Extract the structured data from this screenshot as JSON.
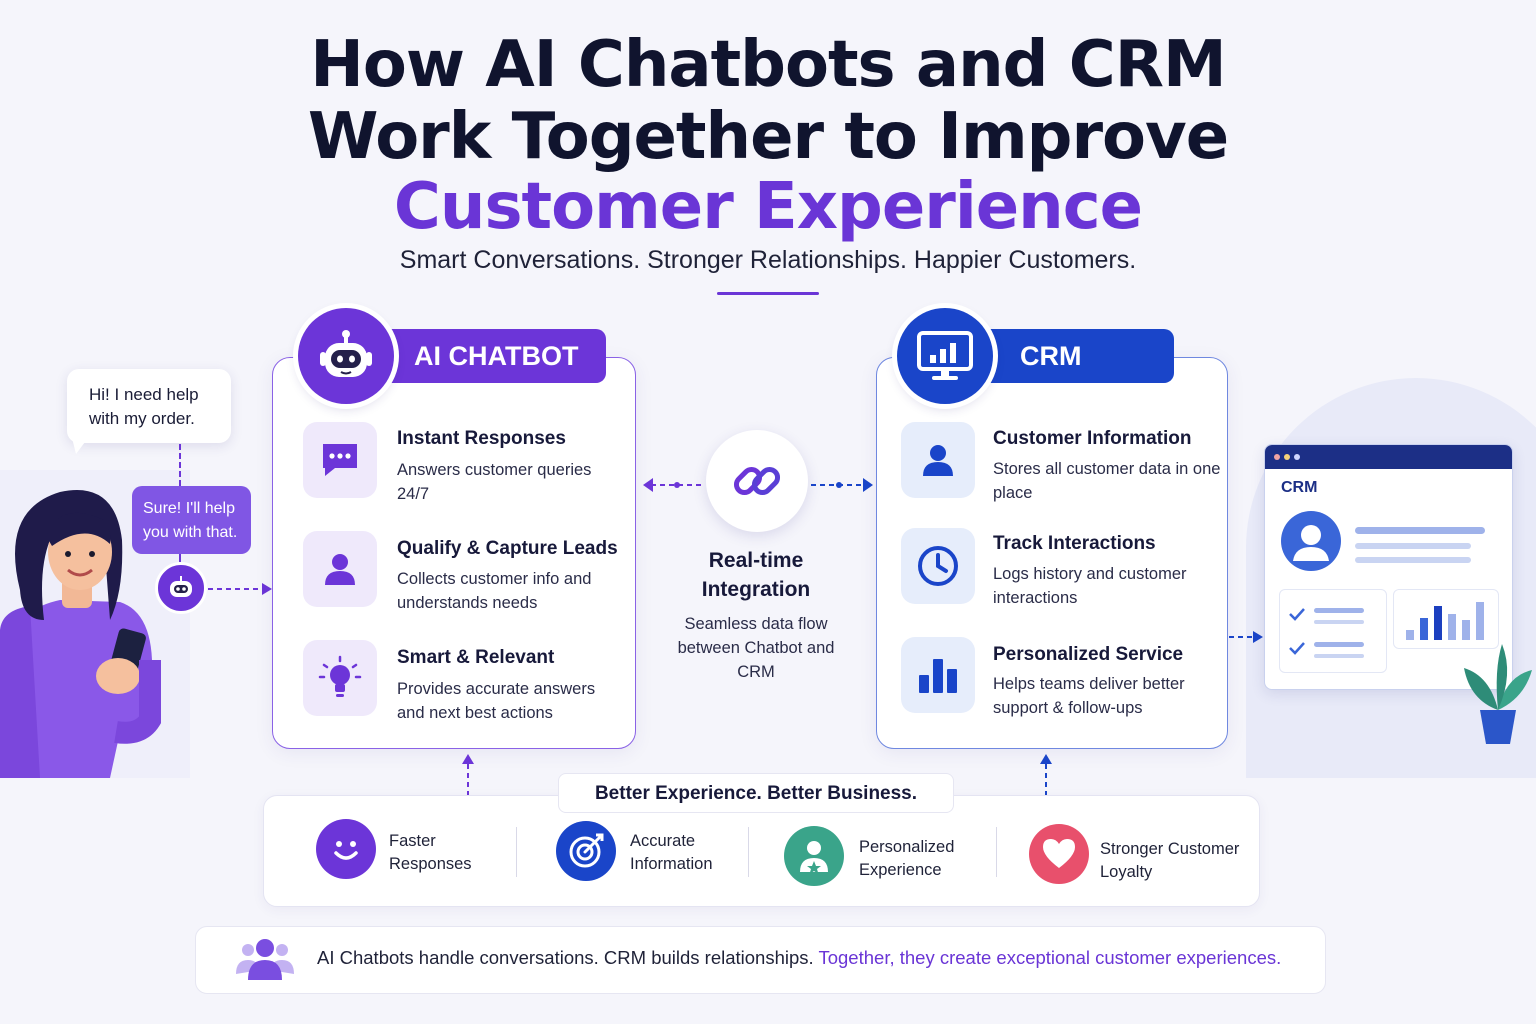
{
  "title": {
    "line1": "How AI Chatbots and CRM",
    "line2": "Work Together to Improve",
    "line3": "Customer Experience"
  },
  "subtitle": "Smart Conversations. Stronger Relationships. Happier Customers.",
  "customer": {
    "bubble_user": [
      "Hi! I need help",
      "with my order."
    ],
    "bubble_bot": [
      "Sure! I'll help",
      "you with that."
    ]
  },
  "ai_chatbot": {
    "header": "AI CHATBOT",
    "features": [
      {
        "title": "Instant Responses",
        "desc": "Answers customer queries 24/7",
        "icon": "chat-bubble-icon"
      },
      {
        "title": "Qualify & Capture Leads",
        "desc": "Collects customer info and understands needs",
        "icon": "person-icon"
      },
      {
        "title": "Smart & Relevant",
        "desc": "Provides accurate answers and next best actions",
        "icon": "lightbulb-icon"
      }
    ]
  },
  "integration": {
    "title": "Real-time Integration",
    "desc": "Seamless data flow between Chatbot and CRM"
  },
  "crm": {
    "header": "CRM",
    "features": [
      {
        "title": "Customer Information",
        "desc": "Stores all customer data in one place",
        "icon": "person-icon"
      },
      {
        "title": "Track Interactions",
        "desc": "Logs history and customer interactions",
        "icon": "clock-icon"
      },
      {
        "title": "Personalized Service",
        "desc": "Helps teams deliver better support & follow-ups",
        "icon": "bar-chart-icon"
      }
    ],
    "window_label": "CRM"
  },
  "benefits": {
    "label": "Better Experience. Better Business.",
    "items": [
      {
        "lines": [
          "Faster",
          "Responses"
        ],
        "icon": "smile-icon",
        "color": "#6c35d8"
      },
      {
        "lines": [
          "Accurate",
          "Information"
        ],
        "icon": "target-icon",
        "color": "#1a45c9"
      },
      {
        "lines": [
          "Personalized",
          "Experience"
        ],
        "icon": "user-star-icon",
        "color": "#3aa48a"
      },
      {
        "lines": [
          "Stronger Customer",
          "Loyalty"
        ],
        "icon": "heart-icon",
        "color": "#e8506c"
      }
    ]
  },
  "footer": {
    "plain": "AI Chatbots handle conversations. CRM builds relationships. ",
    "highlight": "Together, they create exceptional customer experiences."
  },
  "colors": {
    "accent_purple": "#6c35d8",
    "accent_blue": "#1a45c9",
    "title_dark": "#10142e"
  }
}
